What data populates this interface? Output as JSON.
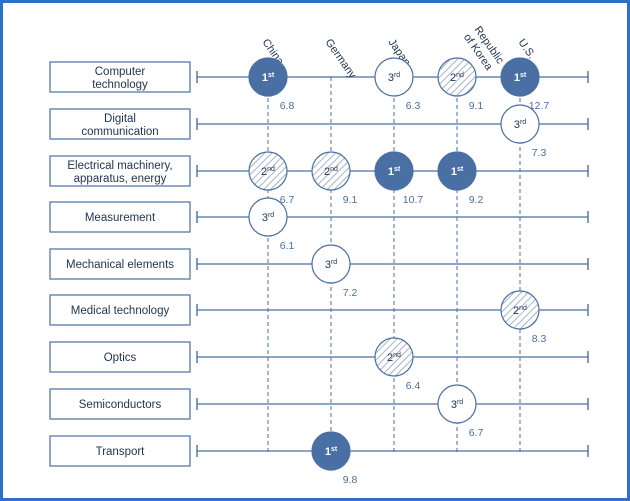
{
  "countries": [
    "China",
    "Germany",
    "Japan",
    "Republic\nof Korea",
    "U.S."
  ],
  "colors": {
    "accent": "#4a6fa5",
    "text": "#1f3350",
    "value": "#4a6fa5",
    "frame": "#2e6fc9"
  },
  "rows": [
    {
      "label": "Computer\ntechnology",
      "marks": [
        {
          "country": 0,
          "rank": "1st",
          "value": "6.8"
        },
        {
          "country": 2,
          "rank": "3rd",
          "value": "6.3"
        },
        {
          "country": 3,
          "rank": "2nd",
          "value": "9.1"
        },
        {
          "country": 4,
          "rank": "1st",
          "value": "12.7"
        }
      ]
    },
    {
      "label": "Digital\ncommunication",
      "marks": [
        {
          "country": 4,
          "rank": "3rd",
          "value": "7.3"
        }
      ]
    },
    {
      "label": "Electrical machinery,\napparatus, energy",
      "marks": [
        {
          "country": 0,
          "rank": "2nd",
          "value": "6.7"
        },
        {
          "country": 1,
          "rank": "2nd",
          "value": "9.1"
        },
        {
          "country": 2,
          "rank": "1st",
          "value": "10.7"
        },
        {
          "country": 3,
          "rank": "1st",
          "value": "9.2"
        }
      ]
    },
    {
      "label": "Measurement",
      "marks": [
        {
          "country": 0,
          "rank": "3rd",
          "value": "6.1"
        }
      ]
    },
    {
      "label": "Mechanical elements",
      "marks": [
        {
          "country": 1,
          "rank": "3rd",
          "value": "7.2"
        }
      ]
    },
    {
      "label": "Medical technology",
      "marks": [
        {
          "country": 4,
          "rank": "2nd",
          "value": "8.3"
        }
      ]
    },
    {
      "label": "Optics",
      "marks": [
        {
          "country": 2,
          "rank": "2nd",
          "value": "6.4"
        }
      ]
    },
    {
      "label": "Semiconductors",
      "marks": [
        {
          "country": 3,
          "rank": "3rd",
          "value": "6.7"
        }
      ]
    },
    {
      "label": "Transport",
      "marks": [
        {
          "country": 1,
          "rank": "1st",
          "value": "9.8"
        }
      ]
    }
  ]
}
